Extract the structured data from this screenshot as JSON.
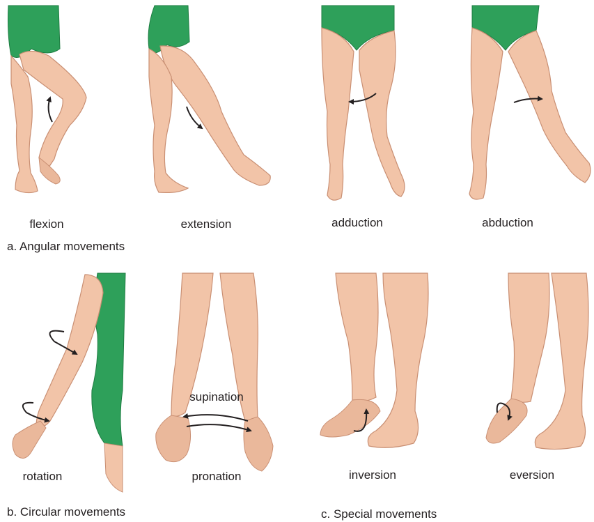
{
  "colors": {
    "skin": "#f2c4a8",
    "skin_shade": "#dea184",
    "skin_outline": "#c98f73",
    "leotard": "#2ea05a",
    "leotard_dark": "#1e7c42",
    "arrow": "#231f20",
    "text": "#231f20"
  },
  "panels": {
    "angular": {
      "caption": "a. Angular movements",
      "items": [
        {
          "label": "flexion"
        },
        {
          "label": "extension"
        },
        {
          "label": "adduction"
        },
        {
          "label": "abduction"
        }
      ]
    },
    "circular": {
      "caption": "b. Circular movements",
      "items": [
        {
          "label": "rotation"
        },
        {
          "label": "supination"
        },
        {
          "label": "pronation"
        }
      ]
    },
    "special": {
      "caption": "c. Special movements",
      "items": [
        {
          "label": "inversion"
        },
        {
          "label": "eversion"
        }
      ]
    }
  }
}
